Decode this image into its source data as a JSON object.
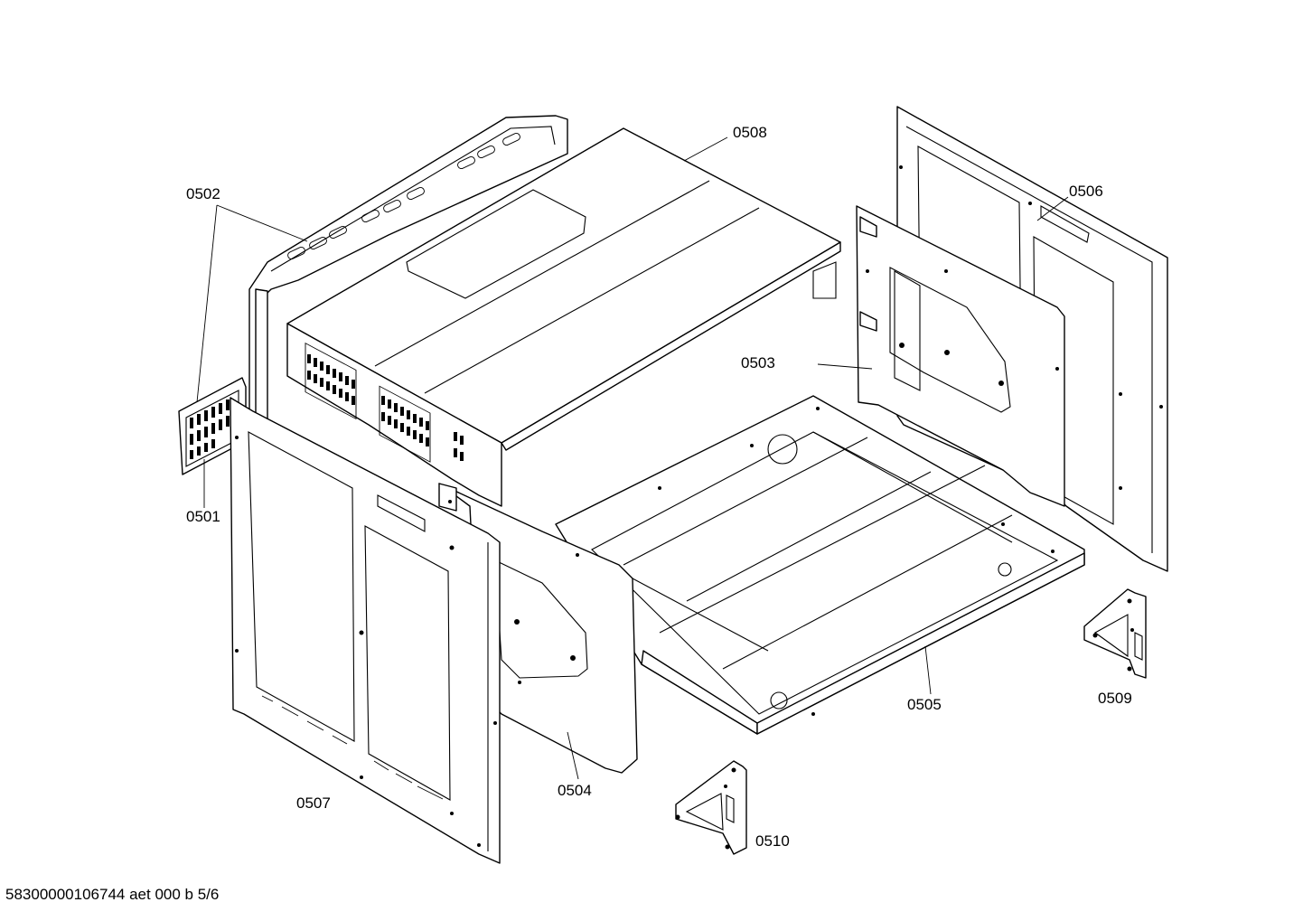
{
  "diagram": {
    "parts": [
      {
        "id": "0501",
        "label": "0501"
      },
      {
        "id": "0502",
        "label": "0502"
      },
      {
        "id": "0503",
        "label": "0503"
      },
      {
        "id": "0504",
        "label": "0504"
      },
      {
        "id": "0505",
        "label": "0505"
      },
      {
        "id": "0506",
        "label": "0506"
      },
      {
        "id": "0507",
        "label": "0507"
      },
      {
        "id": "0508",
        "label": "0508"
      },
      {
        "id": "0509",
        "label": "0509"
      },
      {
        "id": "0510",
        "label": "0510"
      }
    ]
  },
  "footer": {
    "reference": "58300000106744 aet 000 b 5/6"
  }
}
